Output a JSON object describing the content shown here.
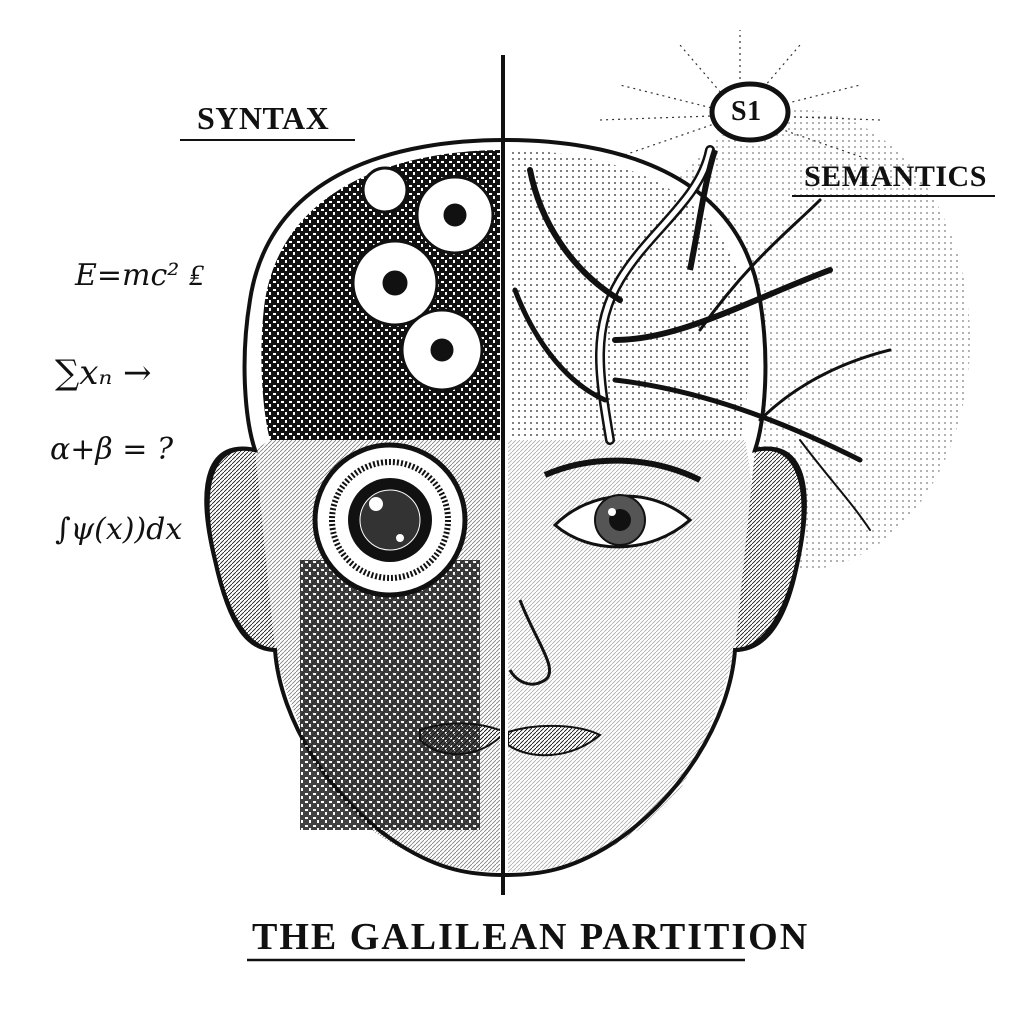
{
  "illustration": {
    "title": "THE GALILEAN PARTITION",
    "left_label": "SYNTAX",
    "right_label": "SEMANTICS",
    "badge": "S1",
    "equations": [
      "E=mc² ₤",
      "∑xₙ →",
      "α+β = ?",
      "∫ψ(x))dx"
    ],
    "left_half": "mechanical circuitry brain with gears and camera-lens eye",
    "right_half": "organic tree-like neural branches with human eye",
    "colors": {
      "ink": "#111111",
      "paper": "#ffffff"
    }
  }
}
